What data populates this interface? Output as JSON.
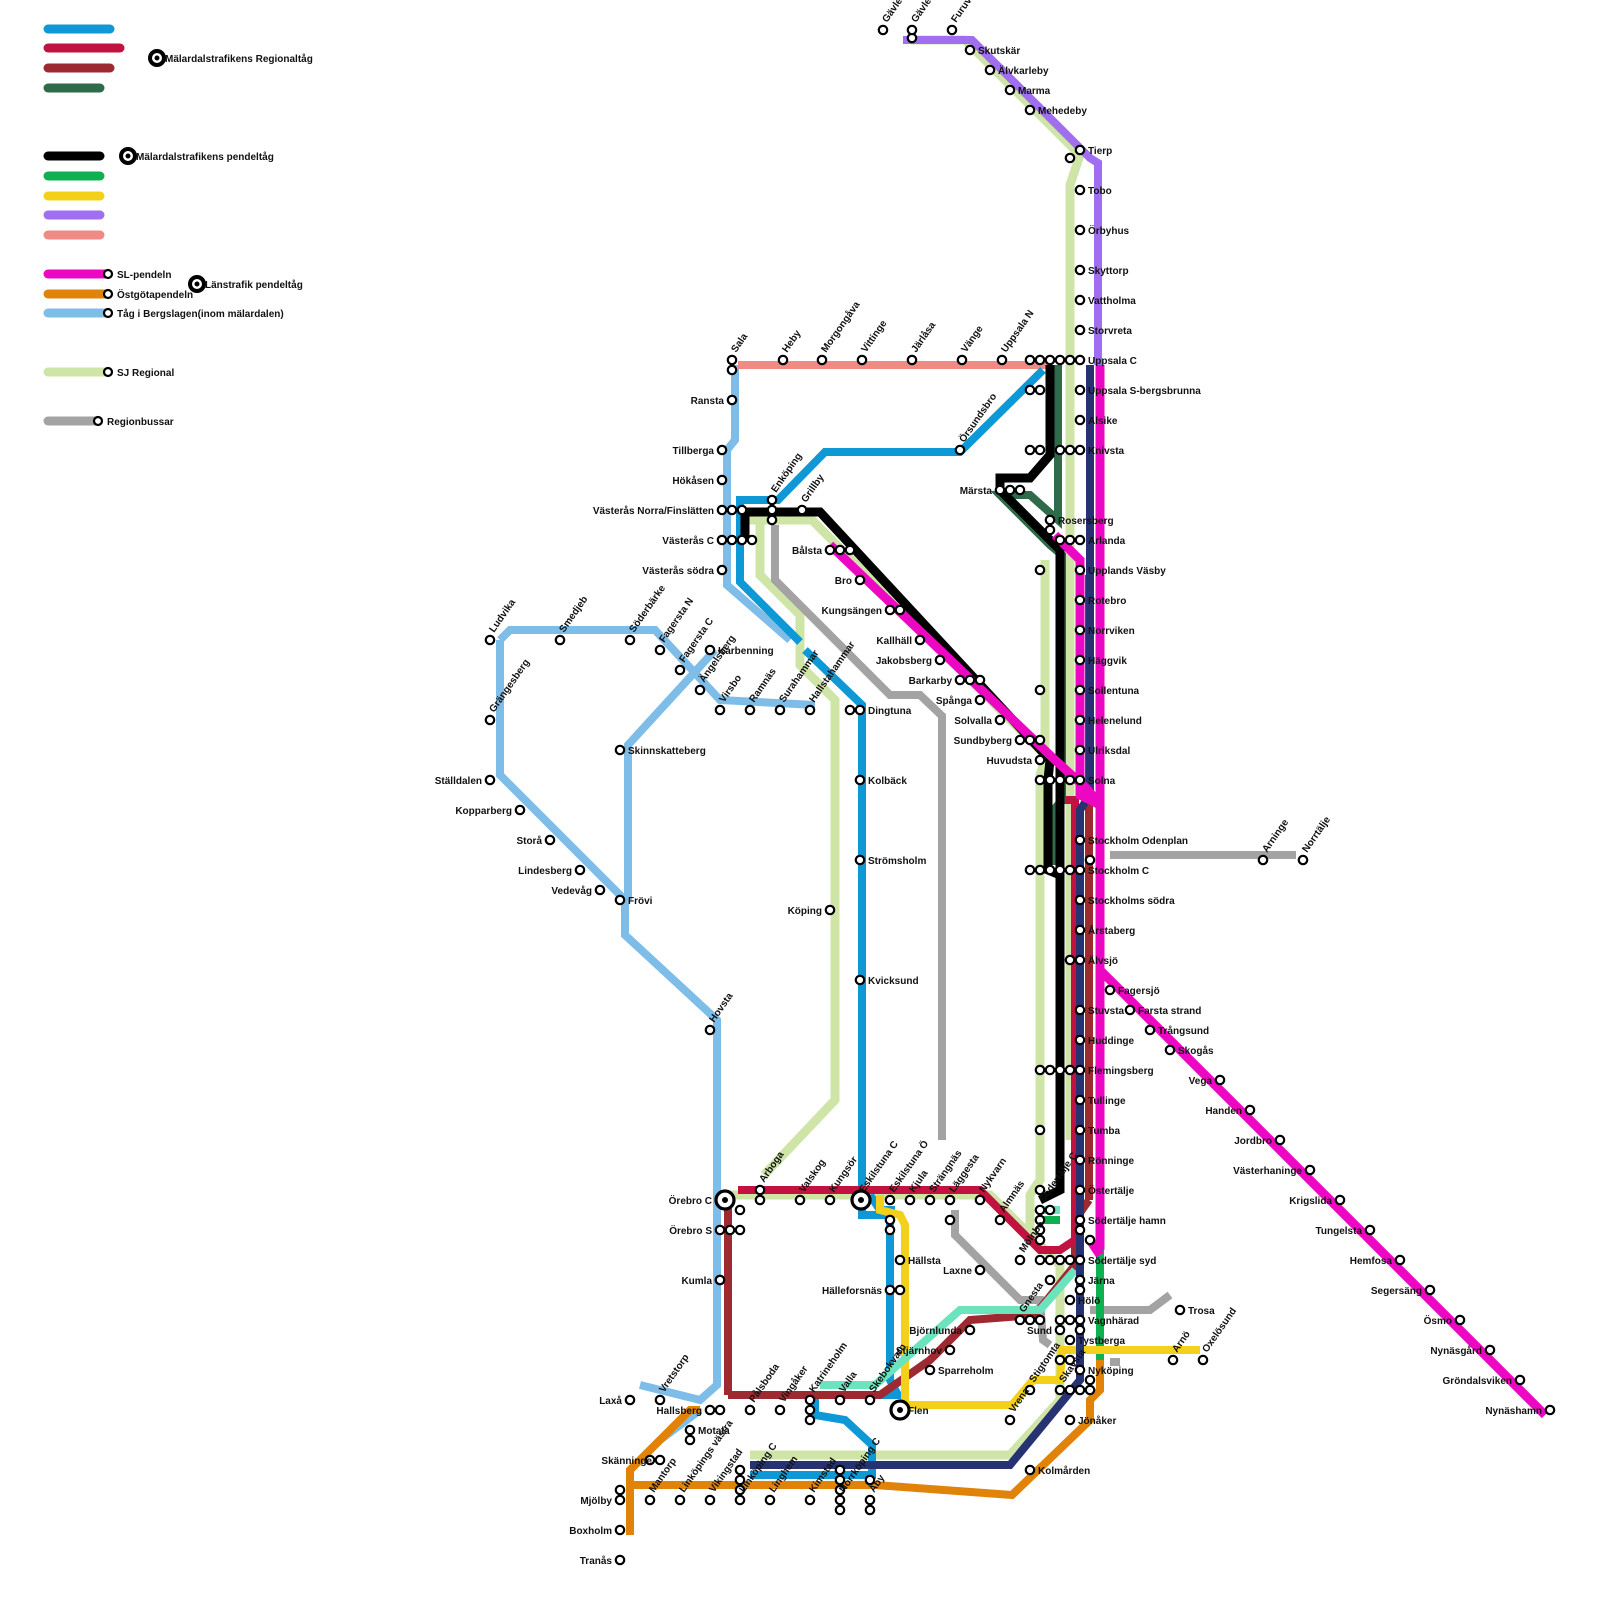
{
  "colors": {
    "blue": "#0e98d6",
    "red": "#c2123f",
    "brown": "#9e2a31",
    "darkgreen": "#2f6b4a",
    "black": "#000000",
    "green": "#0fb050",
    "yellow": "#f3d11b",
    "purple": "#a06ef0",
    "pink": "#f18a85",
    "magenta": "#ec08c3",
    "orange": "#e08308",
    "lightblue": "#7fbde9",
    "lime": "#cfe5a7",
    "gray": "#a3a3a3",
    "navy": "#273272",
    "mint": "#6be3bd"
  },
  "legend": {
    "group1": {
      "swatches": [
        "blue",
        "red",
        "brown",
        "darkgreen"
      ],
      "label": "Mälardalstrafikens Regionaltåg"
    },
    "group2": {
      "swatches": [
        "black",
        "green",
        "yellow",
        "purple",
        "pink"
      ],
      "label": "Mälardalstrafikens pendeltåg"
    },
    "group3": {
      "items": [
        {
          "color": "magenta",
          "label": "SL-pendeln"
        },
        {
          "color": "orange",
          "label": "Östgötapendeln"
        },
        {
          "color": "lightblue",
          "label": "Tåg i Bergslagen(inom mälardalen)"
        }
      ],
      "label": "Länstrafik pendeltåg"
    },
    "sj": {
      "color": "lime",
      "label": "SJ Regional"
    },
    "bus": {
      "color": "gray",
      "label": "Regionbussar"
    }
  },
  "lines": [
    {
      "id": "sj",
      "color": "lime",
      "w": 9
    },
    {
      "id": "bergslagen",
      "color": "lightblue",
      "w": 8
    },
    {
      "id": "bus",
      "color": "gray",
      "w": 8
    },
    {
      "id": "pink-uppsala",
      "color": "pink",
      "w": 8
    },
    {
      "id": "purple-gavle",
      "color": "purple",
      "w": 8
    },
    {
      "id": "blue-regional",
      "color": "blue",
      "w": 8
    },
    {
      "id": "brown-regional",
      "color": "brown",
      "w": 8
    },
    {
      "id": "red-regional",
      "color": "red",
      "w": 8
    },
    {
      "id": "darkgreen-regional",
      "color": "darkgreen",
      "w": 8
    },
    {
      "id": "black-pendel",
      "color": "black",
      "w": 9
    },
    {
      "id": "green-pendel",
      "color": "green",
      "w": 8
    },
    {
      "id": "yellow-pendel",
      "color": "yellow",
      "w": 8
    },
    {
      "id": "mint",
      "color": "mint",
      "w": 8
    },
    {
      "id": "navy",
      "color": "navy",
      "w": 8
    },
    {
      "id": "magenta-sl",
      "color": "magenta",
      "w": 9
    },
    {
      "id": "orange-ostgota",
      "color": "orange",
      "w": 8
    }
  ],
  "stations": [
    {
      "name": "Gävle V",
      "rot": true
    },
    {
      "name": "Gävle C",
      "rot": true
    },
    {
      "name": "Furuvik",
      "rot": true
    },
    {
      "name": "Skutskär"
    },
    {
      "name": "Älvkarleby"
    },
    {
      "name": "Marma"
    },
    {
      "name": "Mehedeby"
    },
    {
      "name": "Tierp"
    },
    {
      "name": "Tobo"
    },
    {
      "name": "Örbyhus"
    },
    {
      "name": "Skyttorp"
    },
    {
      "name": "Vattholma"
    },
    {
      "name": "Storvreta"
    },
    {
      "name": "Uppsala C"
    },
    {
      "name": "Uppsala S-bergsbrunna"
    },
    {
      "name": "Alsike"
    },
    {
      "name": "Knivsta"
    },
    {
      "name": "Arlanda"
    },
    {
      "name": "Upplands Väsby"
    },
    {
      "name": "Rotebro"
    },
    {
      "name": "Norrviken"
    },
    {
      "name": "Häggvik"
    },
    {
      "name": "Sollentuna"
    },
    {
      "name": "Helenelund"
    },
    {
      "name": "Ulriksdal"
    },
    {
      "name": "Solna"
    },
    {
      "name": "Stockholm Odenplan"
    },
    {
      "name": "Stockholm C"
    },
    {
      "name": "Stockholms södra"
    },
    {
      "name": "Årstaberg"
    },
    {
      "name": "Älvsjö"
    },
    {
      "name": "Stuvsta"
    },
    {
      "name": "Huddinge"
    },
    {
      "name": "Flemingsberg"
    },
    {
      "name": "Tullinge"
    },
    {
      "name": "Tumba"
    },
    {
      "name": "Rönninge"
    },
    {
      "name": "Östertälje"
    },
    {
      "name": "Södertälje hamn"
    },
    {
      "name": "Södertälje syd"
    },
    {
      "name": "Järna"
    },
    {
      "name": "Hölö"
    },
    {
      "name": "Vagnhärad"
    },
    {
      "name": "Tystberga"
    },
    {
      "name": "Nyköping"
    },
    {
      "name": "Jönåker"
    },
    {
      "name": "Kolmården"
    },
    {
      "name": "Fagersjö"
    },
    {
      "name": "Farsta strand"
    },
    {
      "name": "Trångsund"
    },
    {
      "name": "Skogås"
    },
    {
      "name": "Vega"
    },
    {
      "name": "Handen"
    },
    {
      "name": "Jordbro"
    },
    {
      "name": "Västerhaninge"
    },
    {
      "name": "Krigslida"
    },
    {
      "name": "Tungelsta"
    },
    {
      "name": "Hemfosa"
    },
    {
      "name": "Segersäng"
    },
    {
      "name": "Ösmo"
    },
    {
      "name": "Nynäsgård"
    },
    {
      "name": "Gröndalsviken"
    },
    {
      "name": "Nynäshamn"
    },
    {
      "name": "Arninge",
      "rot": true
    },
    {
      "name": "Norrtälje",
      "rot": true
    },
    {
      "name": "Trosa"
    },
    {
      "name": "Arnö",
      "rot": true
    },
    {
      "name": "Oxelösund",
      "rot": true
    },
    {
      "name": "Märsta"
    },
    {
      "name": "Rosersberg"
    },
    {
      "name": "Örsundsbro",
      "rot": true
    },
    {
      "name": "Sala",
      "rot": true
    },
    {
      "name": "Heby",
      "rot": true
    },
    {
      "name": "Morgongåva",
      "rot": true
    },
    {
      "name": "Vittinge",
      "rot": true
    },
    {
      "name": "Järlåsa",
      "rot": true
    },
    {
      "name": "Vänge",
      "rot": true
    },
    {
      "name": "Uppsala N",
      "rot": true
    },
    {
      "name": "Ransta"
    },
    {
      "name": "Tillberga"
    },
    {
      "name": "Hökåsen"
    },
    {
      "name": "Västerås Norra/Finslätten"
    },
    {
      "name": "Västerås C"
    },
    {
      "name": "Västerås södra"
    },
    {
      "name": "Enköping",
      "rot": true
    },
    {
      "name": "Grillby",
      "rot": true
    },
    {
      "name": "Bålsta"
    },
    {
      "name": "Bro"
    },
    {
      "name": "Kungsängen"
    },
    {
      "name": "Kallhäll"
    },
    {
      "name": "Jakobsberg"
    },
    {
      "name": "Barkarby"
    },
    {
      "name": "Spånga"
    },
    {
      "name": "Solvalla"
    },
    {
      "name": "Sundbyberg"
    },
    {
      "name": "Huvudsta"
    },
    {
      "name": "Ludvika",
      "rot": true
    },
    {
      "name": "Smedjeb",
      "rot": true
    },
    {
      "name": "Söderbärke",
      "rot": true
    },
    {
      "name": "Grängesberg",
      "rot": true
    },
    {
      "name": "Ställdalen"
    },
    {
      "name": "Kopparberg"
    },
    {
      "name": "Storå"
    },
    {
      "name": "Lindesberg"
    },
    {
      "name": "Vedevåg"
    },
    {
      "name": "Frövi"
    },
    {
      "name": "Fagersta N",
      "rot": true
    },
    {
      "name": "Fagersta C",
      "rot": true
    },
    {
      "name": "Ängelsberg",
      "rot": true
    },
    {
      "name": "Virsbo",
      "rot": true
    },
    {
      "name": "Ramnäs",
      "rot": true
    },
    {
      "name": "Surahammar",
      "rot": true
    },
    {
      "name": "Hallstahammar",
      "rot": true
    },
    {
      "name": "Karbenning"
    },
    {
      "name": "Skinnskatteberg"
    },
    {
      "name": "Dingtuna"
    },
    {
      "name": "Kolbäck"
    },
    {
      "name": "Strömsholm"
    },
    {
      "name": "Kvicksund"
    },
    {
      "name": "Köping"
    },
    {
      "name": "Hovsta",
      "rot": true
    },
    {
      "name": "Örebro C"
    },
    {
      "name": "Örebro S"
    },
    {
      "name": "Kumla"
    },
    {
      "name": "Laxå"
    },
    {
      "name": "Vretstorp",
      "rot": true
    },
    {
      "name": "Hallsberg"
    },
    {
      "name": "Pålsboda",
      "rot": true
    },
    {
      "name": "Vingåker",
      "rot": true
    },
    {
      "name": "Katrineholm",
      "rot": true
    },
    {
      "name": "Valla",
      "rot": true
    },
    {
      "name": "Skebokvarn",
      "rot": true
    },
    {
      "name": "Flen"
    },
    {
      "name": "Arboga",
      "rot": true
    },
    {
      "name": "Valskog",
      "rot": true
    },
    {
      "name": "Kungsör",
      "rot": true
    },
    {
      "name": "Eskilstuna C",
      "rot": true
    },
    {
      "name": "Eskilstuna Ö",
      "rot": true
    },
    {
      "name": "Kjula",
      "rot": true
    },
    {
      "name": "Strängnäs",
      "rot": true
    },
    {
      "name": "Läggesta",
      "rot": true
    },
    {
      "name": "Nykvarn",
      "rot": true
    },
    {
      "name": "Södertälje C",
      "rot": true
    },
    {
      "name": "Almnäs",
      "rot": true
    },
    {
      "name": "Hällsta"
    },
    {
      "name": "Hälleforsnäs"
    },
    {
      "name": "Laxne"
    },
    {
      "name": "Mölnbo",
      "rot": true
    },
    {
      "name": "Gnesta",
      "rot": true
    },
    {
      "name": "Björnlunda"
    },
    {
      "name": "Stjärnhov"
    },
    {
      "name": "Sparreholm"
    },
    {
      "name": "Sund"
    },
    {
      "name": "Stigtomta",
      "rot": true
    },
    {
      "name": "Skavsta",
      "rot": true
    },
    {
      "name": "Vrena",
      "rot": true
    },
    {
      "name": "Motala"
    },
    {
      "name": "Skänninge"
    },
    {
      "name": "Mantorp",
      "rot": true
    },
    {
      "name": "Mjölby"
    },
    {
      "name": "Boxholm"
    },
    {
      "name": "Tranås"
    },
    {
      "name": "Linköpings västra",
      "rot": true
    },
    {
      "name": "Vikingstad",
      "rot": true
    },
    {
      "name": "Linköping C",
      "rot": true
    },
    {
      "name": "Linghem",
      "rot": true
    },
    {
      "name": "Kimstad",
      "rot": true
    },
    {
      "name": "Norrköping C",
      "rot": true
    },
    {
      "name": "Åby",
      "rot": true
    }
  ]
}
